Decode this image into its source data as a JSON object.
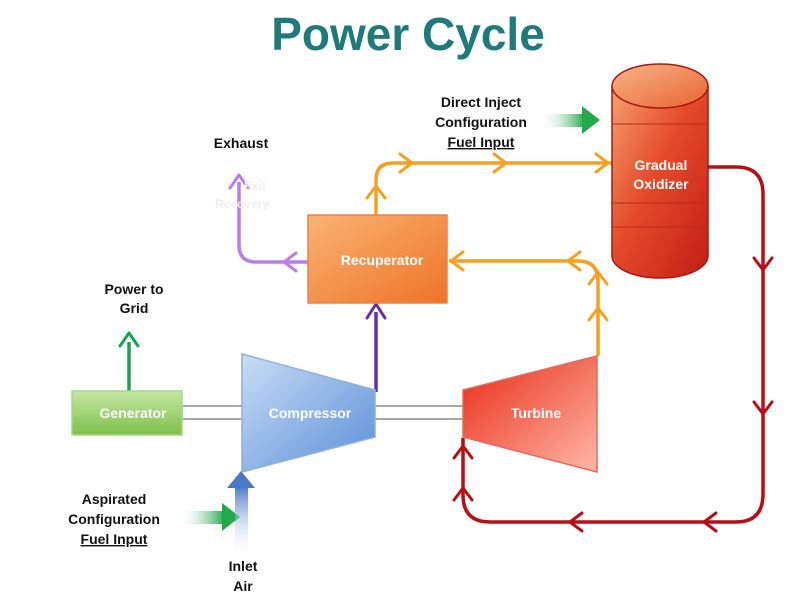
{
  "title": "Power Cycle",
  "components": {
    "generator": "Generator",
    "compressor": "Compressor",
    "turbine": "Turbine",
    "recuperator": "Recuperator",
    "oxidizer_line1": "Gradual",
    "oxidizer_line2": "Oxidizer"
  },
  "labels": {
    "exhaust": "Exhaust",
    "power_line1": "Power to",
    "power_line2": "Grid",
    "direct_line1": "Direct Inject",
    "direct_line2": "Configuration",
    "direct_line3": "Fuel Input",
    "aspirated_line1": "Aspirated",
    "aspirated_line2": "Configuration",
    "aspirated_line3": "Fuel Input",
    "inlet_line1": "Inlet",
    "inlet_line2": "Air"
  },
  "colors": {
    "title": "#1f7b7b",
    "orange_flow": "#f5a020",
    "red_flow": "#b80f14",
    "purple_flow": "#6b2fa0",
    "violet_flow": "#b97ee8",
    "green_arrow": "#1aa05a"
  }
}
